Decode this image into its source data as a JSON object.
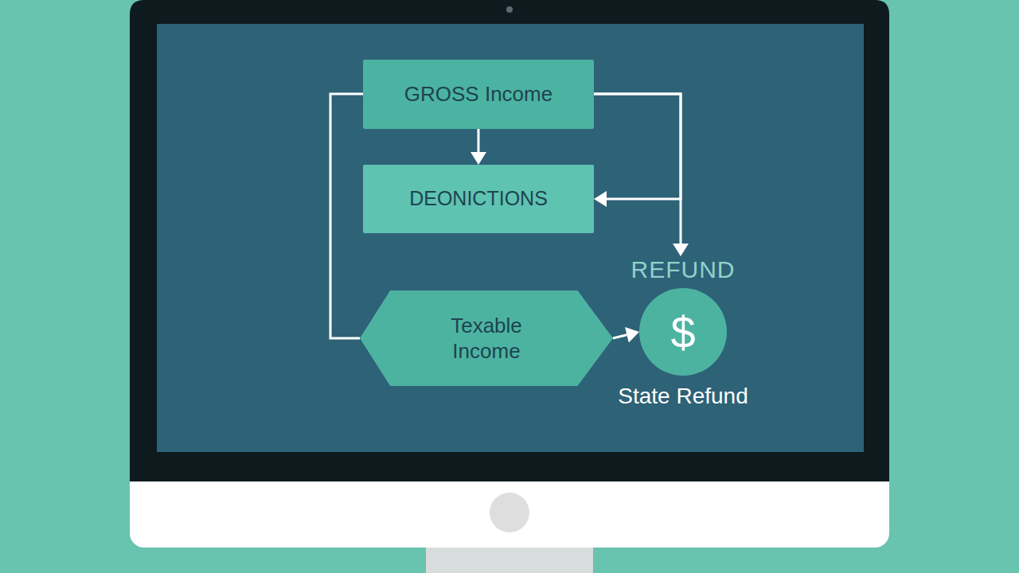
{
  "diagram": {
    "nodes": [
      {
        "text": [
          "GROSS Income"
        ]
      },
      {
        "text": [
          "DEONICTIONS"
        ]
      },
      {
        "text": [
          "Texable Income"
        ]
      },
      {
        "text": [
          "REFUND",
          "$",
          "State Refund"
        ]
      }
    ],
    "edges": [
      {
        "from": 0,
        "to": 1,
        "arrow": "to"
      },
      {
        "from": 0,
        "to": 1,
        "arrow": "to"
      },
      {
        "from": 0,
        "to": 3,
        "arrow": "to"
      },
      {
        "from": 0,
        "to": 2,
        "arrow": "none"
      },
      {
        "from": 2,
        "to": 3,
        "arrow": "to"
      }
    ]
  }
}
